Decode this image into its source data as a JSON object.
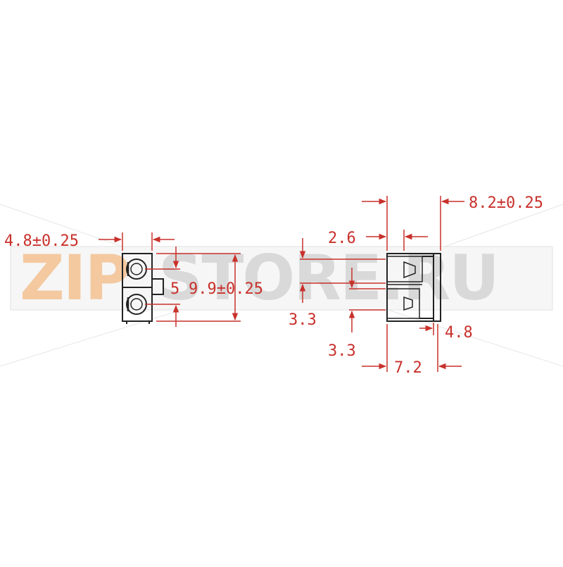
{
  "watermark": {
    "left_text": "ZIP",
    "right_text": "STORE.RU",
    "left_color": "#f4c9a0",
    "right_color": "#d9d9d9"
  },
  "colors": {
    "dimension": "#c8312b",
    "outline": "#222222"
  },
  "dimensions": {
    "front_width": "4.8±0.25",
    "pitch": "5",
    "front_height": "9.9±0.25",
    "side_depth": "8.2±0.25",
    "top_offset": "2.6",
    "pin_offset": "3.3",
    "pin_length": "3.3",
    "bottom_step": "4.8",
    "side_width": "7.2"
  }
}
